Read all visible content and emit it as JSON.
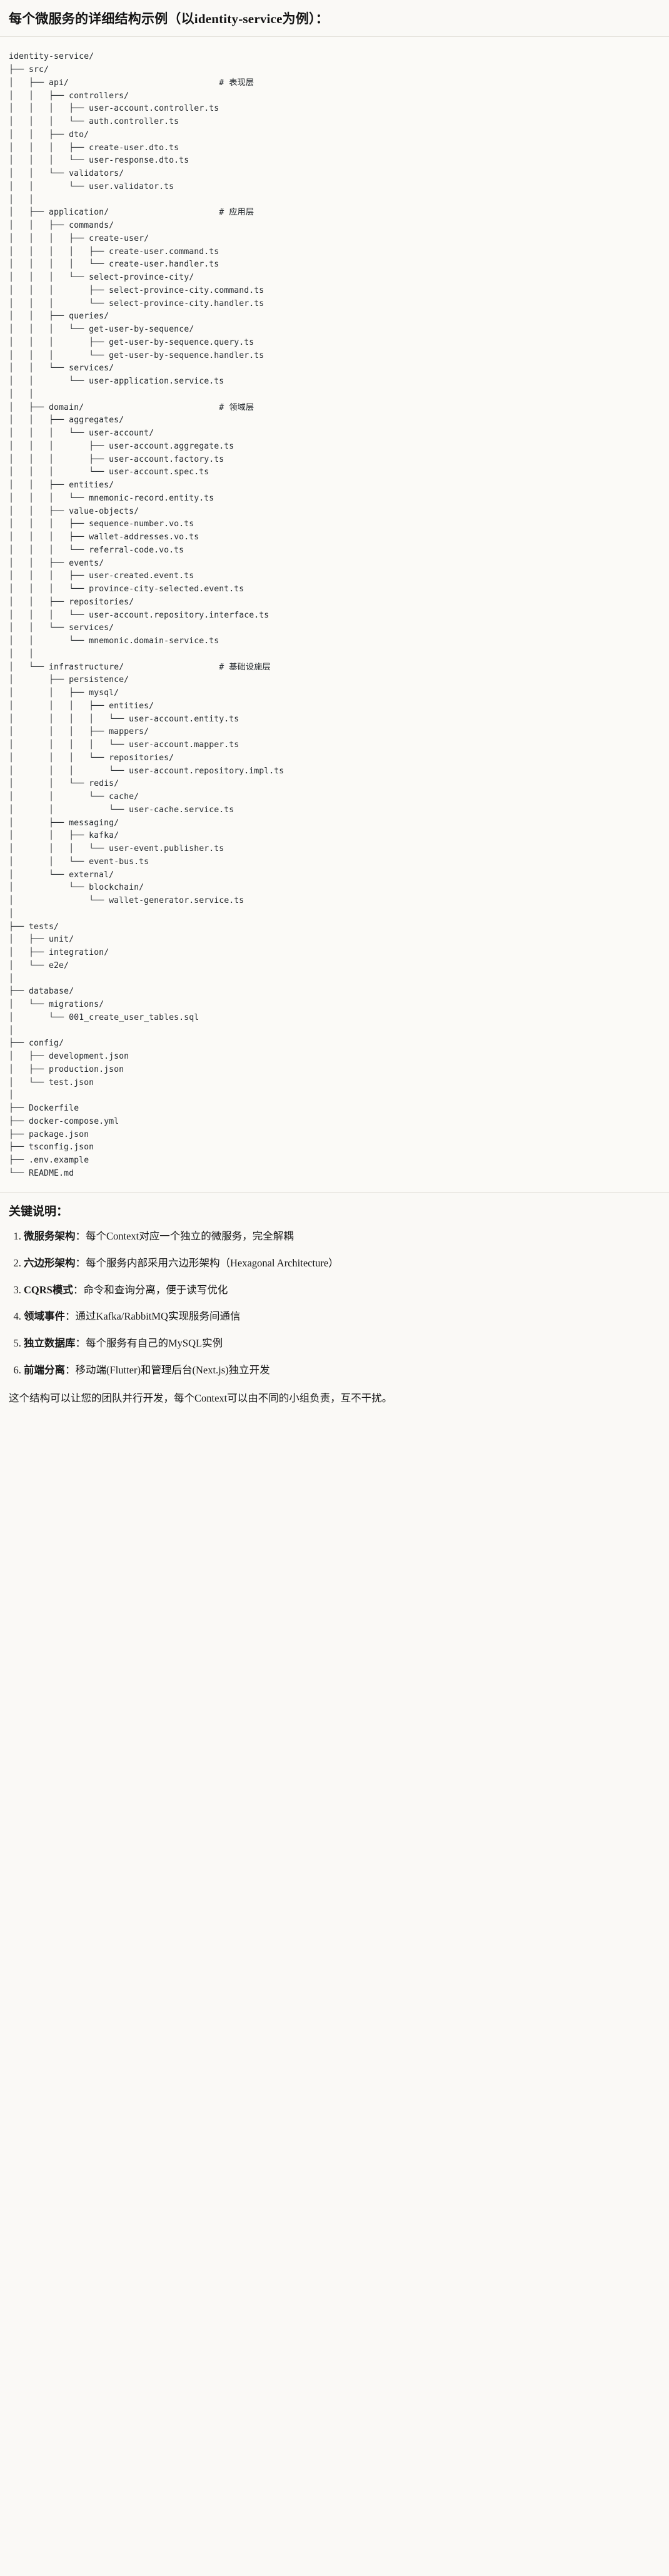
{
  "heading": {
    "title": "每个微服务的详细结构示例（以identity-service为例）："
  },
  "tree": {
    "root": "identity-service/",
    "text": "identity-service/\n├── src/\n│   ├── api/                              # 表现层\n│   │   ├── controllers/\n│   │   │   ├── user-account.controller.ts\n│   │   │   └── auth.controller.ts\n│   │   ├── dto/\n│   │   │   ├── create-user.dto.ts\n│   │   │   └── user-response.dto.ts\n│   │   └── validators/\n│   │       └── user.validator.ts\n│   │\n│   ├── application/                      # 应用层\n│   │   ├── commands/\n│   │   │   ├── create-user/\n│   │   │   │   ├── create-user.command.ts\n│   │   │   │   └── create-user.handler.ts\n│   │   │   └── select-province-city/\n│   │   │       ├── select-province-city.command.ts\n│   │   │       └── select-province-city.handler.ts\n│   │   ├── queries/\n│   │   │   └── get-user-by-sequence/\n│   │   │       ├── get-user-by-sequence.query.ts\n│   │   │       └── get-user-by-sequence.handler.ts\n│   │   └── services/\n│   │       └── user-application.service.ts\n│   │\n│   ├── domain/                           # 领域层\n│   │   ├── aggregates/\n│   │   │   └── user-account/\n│   │   │       ├── user-account.aggregate.ts\n│   │   │       ├── user-account.factory.ts\n│   │   │       └── user-account.spec.ts\n│   │   ├── entities/\n│   │   │   └── mnemonic-record.entity.ts\n│   │   ├── value-objects/\n│   │   │   ├── sequence-number.vo.ts\n│   │   │   ├── wallet-addresses.vo.ts\n│   │   │   └── referral-code.vo.ts\n│   │   ├── events/\n│   │   │   ├── user-created.event.ts\n│   │   │   └── province-city-selected.event.ts\n│   │   ├── repositories/\n│   │   │   └── user-account.repository.interface.ts\n│   │   └── services/\n│   │       └── mnemonic.domain-service.ts\n│   │\n│   └── infrastructure/                   # 基础设施层\n│       ├── persistence/\n│       │   ├── mysql/\n│       │   │   ├── entities/\n│       │   │   │   └── user-account.entity.ts\n│       │   │   ├── mappers/\n│       │   │   │   └── user-account.mapper.ts\n│       │   │   └── repositories/\n│       │   │       └── user-account.repository.impl.ts\n│       │   └── redis/\n│       │       └── cache/\n│       │           └── user-cache.service.ts\n│       ├── messaging/\n│       │   ├── kafka/\n│       │   │   └── user-event.publisher.ts\n│       │   └── event-bus.ts\n│       └── external/\n│           └── blockchain/\n│               └── wallet-generator.service.ts\n│\n├── tests/\n│   ├── unit/\n│   ├── integration/\n│   └── e2e/\n│\n├── database/\n│   └── migrations/\n│       └── 001_create_user_tables.sql\n│\n├── config/\n│   ├── development.json\n│   ├── production.json\n│   └── test.json\n│\n├── Dockerfile\n├── docker-compose.yml\n├── package.json\n├── tsconfig.json\n├── .env.example\n└── README.md",
    "layer_comments": [
      {
        "path": "api/",
        "comment": "# 表现层"
      },
      {
        "path": "application/",
        "comment": "# 应用层"
      },
      {
        "path": "domain/",
        "comment": "# 领域层"
      },
      {
        "path": "infrastructure/",
        "comment": "# 基础设施层"
      }
    ]
  },
  "notes": {
    "title": "关键说明：",
    "separator": "：",
    "items": [
      {
        "number": "1.",
        "term": "微服务架构",
        "desc": "每个Context对应一个独立的微服务，完全解耦"
      },
      {
        "number": "2.",
        "term": "六边形架构",
        "desc": "每个服务内部采用六边形架构（Hexagonal Architecture）"
      },
      {
        "number": "3.",
        "term": "CQRS模式",
        "desc": "命令和查询分离，便于读写优化"
      },
      {
        "number": "4.",
        "term": "领域事件",
        "desc": "通过Kafka/RabbitMQ实现服务间通信"
      },
      {
        "number": "5.",
        "term": "独立数据库",
        "desc": "每个服务有自己的MySQL实例"
      },
      {
        "number": "6.",
        "term": "前端分离",
        "desc": "移动端(Flutter)和管理后台(Next.js)独立开发"
      }
    ],
    "closing": "这个结构可以让您的团队并行开发，每个Context可以由不同的小组负责，互不干扰。"
  },
  "colors": {
    "page_bg": "#faf9f6",
    "text": "#1a1a1a",
    "code_text": "#24292e",
    "divider": "#e3e1db"
  }
}
